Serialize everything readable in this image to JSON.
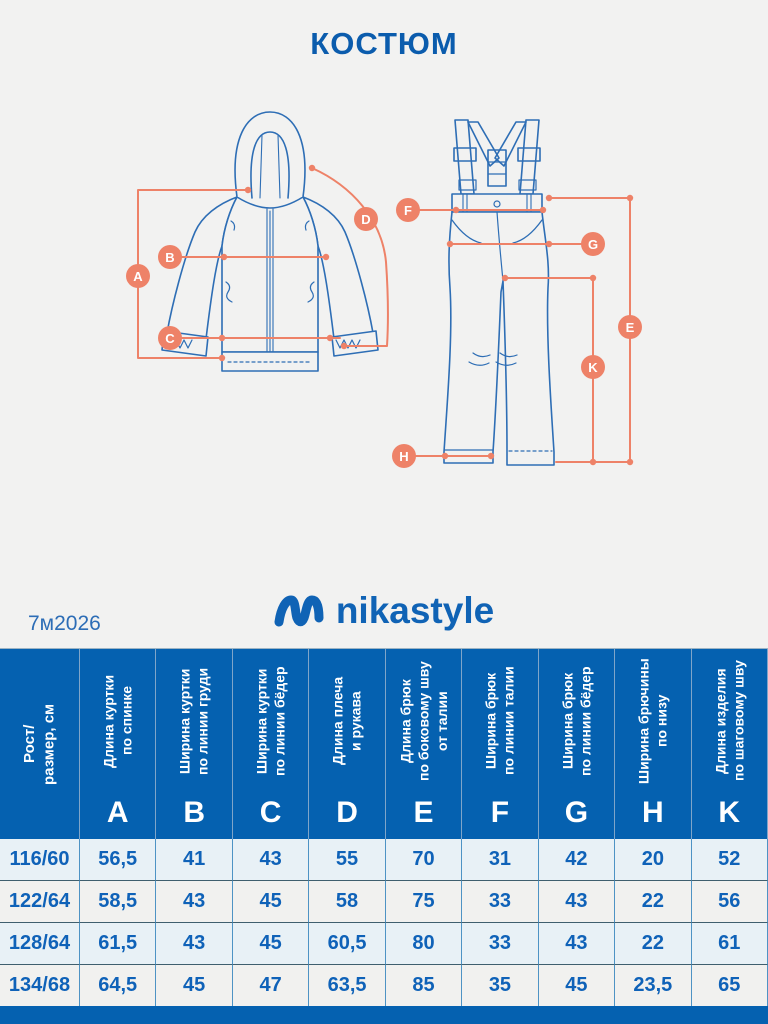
{
  "title": "КОСТЮМ",
  "brand": {
    "logo_text": "nikastyle",
    "product_code": "7м2026"
  },
  "colors": {
    "background": "#f2f2f1",
    "primary_blue": "#0b5cad",
    "header_blue": "#0561b0",
    "accent_coral": "#ee8268",
    "row_light_blue": "#e8f1f6",
    "row_light_gray": "#f1f1ef"
  },
  "diagram": {
    "jacket_markers": [
      "A",
      "B",
      "C",
      "D"
    ],
    "pants_markers": [
      "F",
      "G",
      "E",
      "K",
      "H"
    ]
  },
  "table": {
    "corner_header": "Рост/\nразмер, см",
    "columns": [
      {
        "letter": "A",
        "label": "Длина куртки\nпо спинке"
      },
      {
        "letter": "B",
        "label": "Ширина куртки\nпо линии груди"
      },
      {
        "letter": "C",
        "label": "Ширина куртки\nпо линии бёдер"
      },
      {
        "letter": "D",
        "label": "Длина плеча\nи рукава"
      },
      {
        "letter": "E",
        "label": "Длина брюк\nпо боковому шву\nот талии"
      },
      {
        "letter": "F",
        "label": "Ширина брюк\nпо линии талии"
      },
      {
        "letter": "G",
        "label": "Ширина брюк\nпо линии бёдер"
      },
      {
        "letter": "H",
        "label": "Ширина брючины\nпо низу"
      },
      {
        "letter": "K",
        "label": "Длина изделия\nпо шаговому шву"
      }
    ],
    "rows": [
      {
        "size": "116/60",
        "values": [
          "56,5",
          "41",
          "43",
          "55",
          "70",
          "31",
          "42",
          "20",
          "52"
        ]
      },
      {
        "size": "122/64",
        "values": [
          "58,5",
          "43",
          "45",
          "58",
          "75",
          "33",
          "43",
          "22",
          "56"
        ]
      },
      {
        "size": "128/64",
        "values": [
          "61,5",
          "43",
          "45",
          "60,5",
          "80",
          "33",
          "43",
          "22",
          "61"
        ]
      },
      {
        "size": "134/68",
        "values": [
          "64,5",
          "45",
          "47",
          "63,5",
          "85",
          "35",
          "45",
          "23,5",
          "65"
        ]
      }
    ]
  },
  "chart_data": {
    "type": "table",
    "title": "КОСТЮМ",
    "columns": [
      "Рост/размер, см",
      "A Длина куртки по спинке",
      "B Ширина куртки по линии груди",
      "C Ширина куртки по линии бёдер",
      "D Длина плеча и рукава",
      "E Длина брюк по боковому шву от талии",
      "F Ширина брюк по линии талии",
      "G Ширина брюк по линии бёдер",
      "H Ширина брючины по низу",
      "K Длина изделия по шаговому шву"
    ],
    "rows": [
      [
        "116/60",
        56.5,
        41,
        43,
        55,
        70,
        31,
        42,
        20,
        52
      ],
      [
        "122/64",
        58.5,
        43,
        45,
        58,
        75,
        33,
        43,
        22,
        56
      ],
      [
        "128/64",
        61.5,
        43,
        45,
        60.5,
        80,
        33,
        43,
        22,
        61
      ],
      [
        "134/68",
        64.5,
        45,
        47,
        63.5,
        85,
        35,
        45,
        23.5,
        65
      ]
    ]
  }
}
